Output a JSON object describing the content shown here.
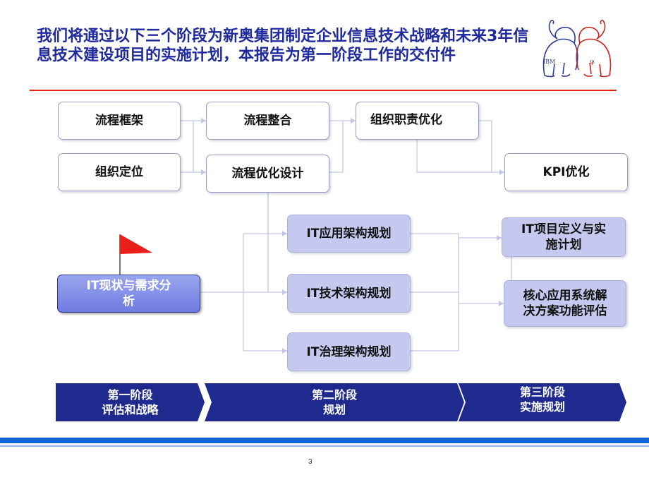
{
  "title": "我们将通过以下三个阶段为新奥集团制定企业信息技术战略和未来3年信息技术建设项目的实施计划，本报告为第一阶段工作的交付件",
  "logo": {
    "text_left": "IBM",
    "text_right": "ψ"
  },
  "boxes": {
    "process_framework": "流程框架",
    "process_integration": "流程整合",
    "org_duty_optimization": "组织职责优化",
    "org_positioning": "组织定位",
    "process_optimization_design": "流程优化设计",
    "kpi_optimization": "KPI优化",
    "it_app_arch": "IT应用架构规划",
    "it_tech_arch": "IT技术架构规划",
    "it_gov_arch": "IT治理架构规划",
    "it_status_analysis": [
      "IT现状与需求分",
      "析"
    ],
    "it_project_plan": [
      "IT项目定义与实",
      "施计划"
    ],
    "core_app_eval": [
      "核心应用系统解",
      "决方案功能评估"
    ]
  },
  "phases": [
    {
      "line1": "第一阶段",
      "line2": "评估和战略"
    },
    {
      "line1": "第二阶段",
      "line2": "规划"
    },
    {
      "line1": "第三阶段",
      "line2": "实施规划"
    }
  ],
  "colors": {
    "title": "#1f2a9e",
    "accent_rule": "#e2261b",
    "phase_fill": "#1f2a8f",
    "flag": "#e8201c",
    "band": "#1565d8"
  },
  "page_number": "3"
}
